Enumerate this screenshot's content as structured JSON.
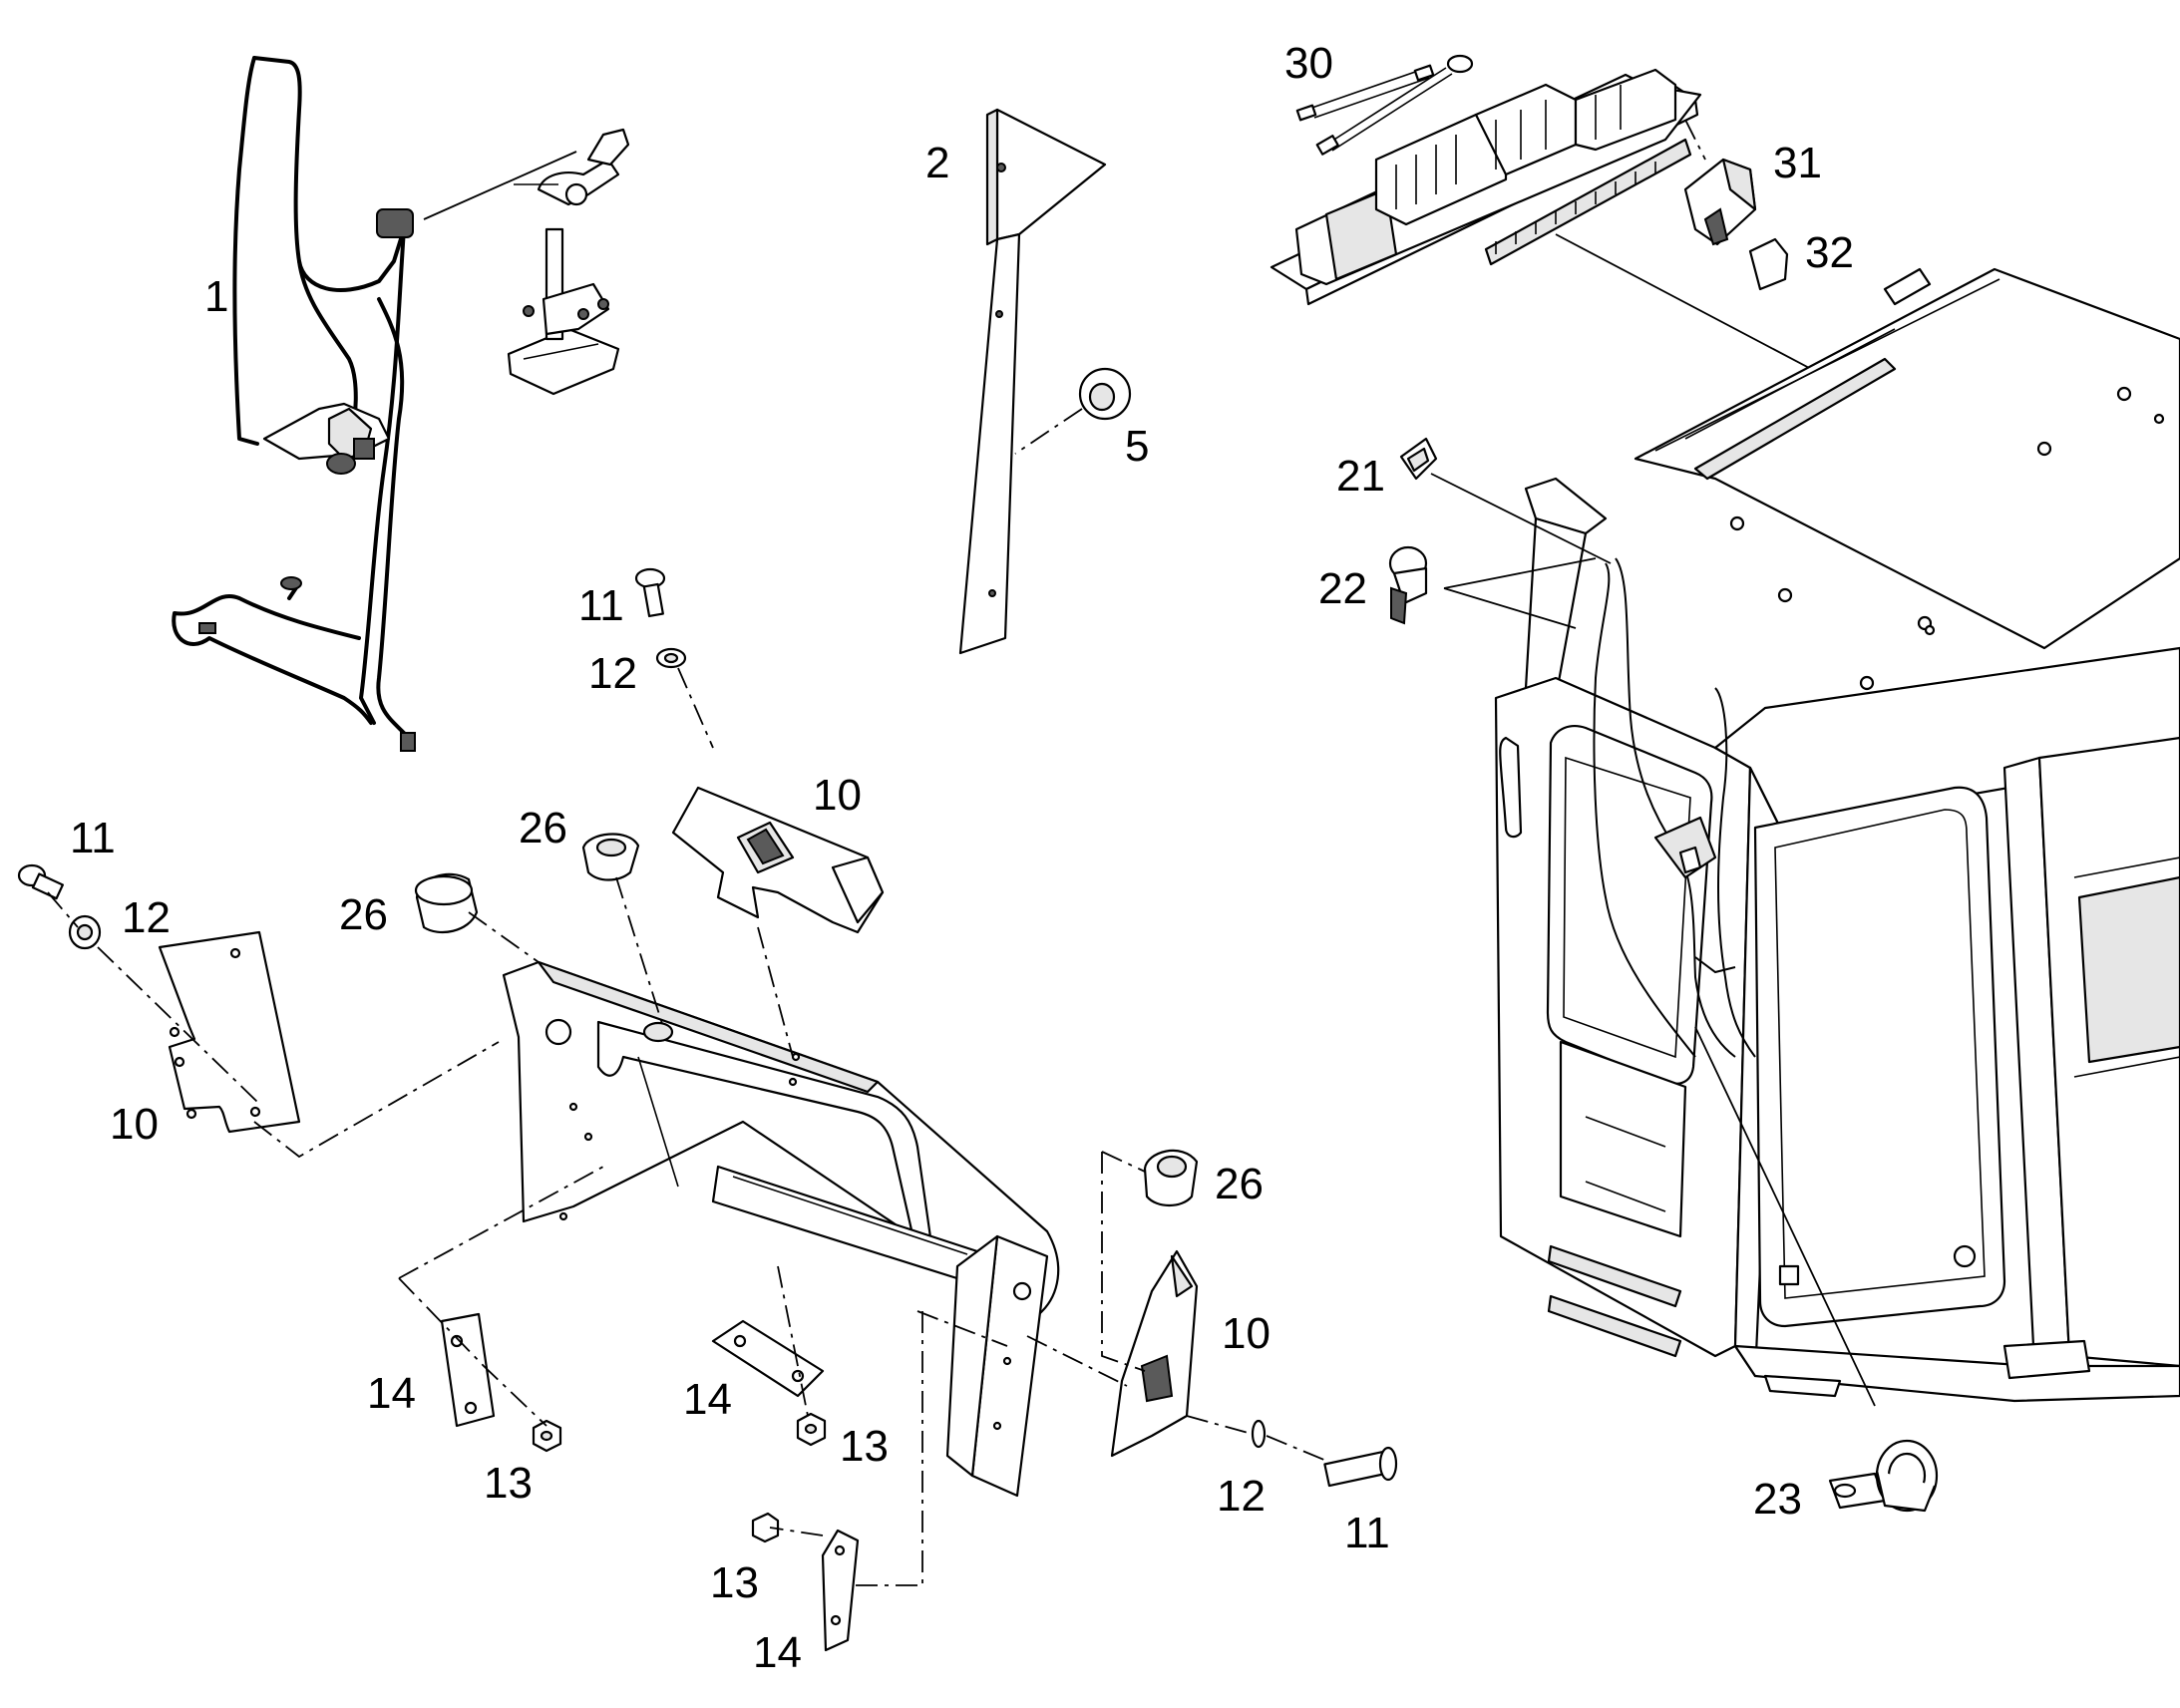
{
  "callouts": {
    "c1": "1",
    "c2": "2",
    "c5": "5",
    "c10a": "10",
    "c10b": "10",
    "c10c": "10",
    "c11a": "11",
    "c11b": "11",
    "c11c": "11",
    "c12a": "12",
    "c12b": "12",
    "c12c": "12",
    "c13a": "13",
    "c13b": "13",
    "c13c": "13",
    "c14a": "14",
    "c14b": "14",
    "c14c": "14",
    "c21": "21",
    "c22": "22",
    "c23": "23",
    "c26a": "26",
    "c26b": "26",
    "c26c": "26",
    "c30": "30",
    "c31": "31",
    "c32": "32"
  },
  "colors": {
    "line": "#000000",
    "fill": "#ffffff",
    "shade": "#e6e6e6"
  }
}
